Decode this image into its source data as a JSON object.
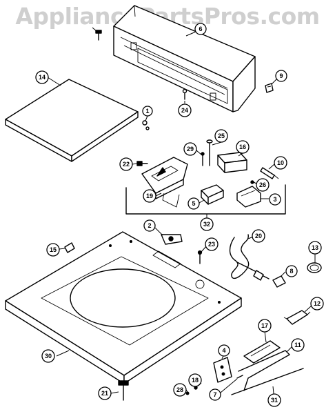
{
  "watermark": "AppliancePartsPros.com",
  "callouts": {
    "c1": "1",
    "c2": "2",
    "c3": "3",
    "c4": "4",
    "c5": "5",
    "c6": "6",
    "c7": "7",
    "c8": "8",
    "c9": "9",
    "c10": "10",
    "c11": "11",
    "c12": "12",
    "c13": "13",
    "c14": "14",
    "c15": "15",
    "c16": "16",
    "c17": "17",
    "c18": "18",
    "c19": "19",
    "c20": "20",
    "c21": "21",
    "c22": "22",
    "c23": "23",
    "c24": "24",
    "c25": "25",
    "c26": "26",
    "c28": "28",
    "c29": "29",
    "c30": "30",
    "c31": "31",
    "c32": "32"
  }
}
